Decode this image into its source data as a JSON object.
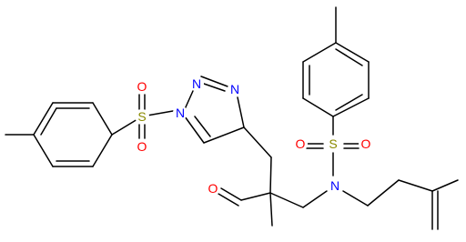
{
  "molecule": {
    "labels": {
      "sulfur": "S",
      "oxygen": "O",
      "nitrogen": "N"
    },
    "colors": {
      "bond": "#000000",
      "sulfur": "#8a8a00",
      "oxygen": "#ff0000",
      "nitrogen": "#0000ff"
    }
  }
}
